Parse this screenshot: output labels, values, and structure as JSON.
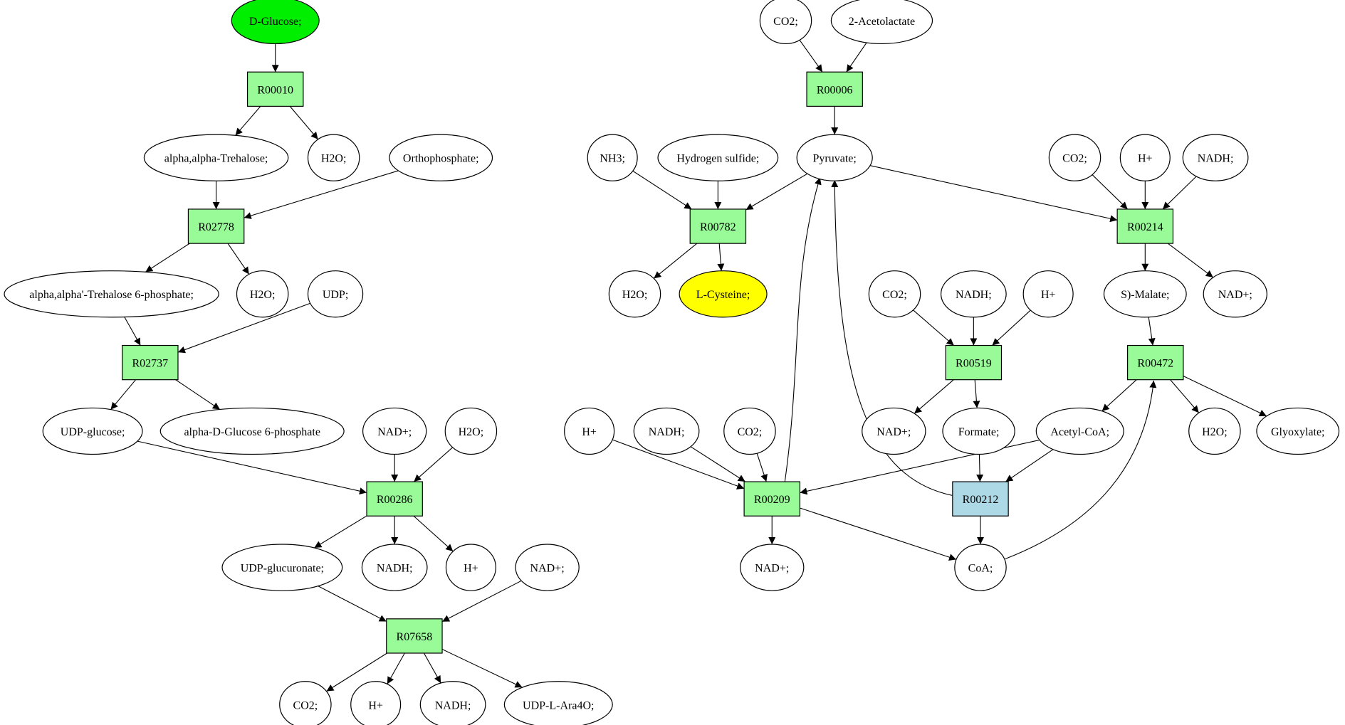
{
  "colors": {
    "reaction_fill": "#98fb98",
    "reaction_highlight_fill": "#add8e6",
    "start_compound_fill": "#00ee00",
    "target_compound_fill": "#ffff00",
    "compound_fill": "#ffffff"
  },
  "nodes": {
    "dglucose": {
      "label": "D-Glucose;",
      "kind": "compound",
      "style": "start"
    },
    "R00010": {
      "label": "R00010",
      "kind": "reaction"
    },
    "trehalose": {
      "label": "alpha,alpha-Trehalose;",
      "kind": "compound"
    },
    "h2o_a": {
      "label": "H2O;",
      "kind": "compound"
    },
    "orthophosphate": {
      "label": "Orthophosphate;",
      "kind": "compound"
    },
    "R02778": {
      "label": "R02778",
      "kind": "reaction"
    },
    "trehalose6p": {
      "label": "alpha,alpha'-Trehalose 6-phosphate;",
      "kind": "compound"
    },
    "h2o_b": {
      "label": "H2O;",
      "kind": "compound"
    },
    "udp": {
      "label": "UDP;",
      "kind": "compound"
    },
    "R02737": {
      "label": "R02737",
      "kind": "reaction"
    },
    "udpglucose": {
      "label": "UDP-glucose;",
      "kind": "compound"
    },
    "adglc6p": {
      "label": "alpha-D-Glucose 6-phosphate",
      "kind": "compound"
    },
    "nadp_a": {
      "label": "NAD+;",
      "kind": "compound"
    },
    "h2o_c": {
      "label": "H2O;",
      "kind": "compound"
    },
    "R00286": {
      "label": "R00286",
      "kind": "reaction"
    },
    "udpglucuronate": {
      "label": "UDP-glucuronate;",
      "kind": "compound"
    },
    "nadh_a": {
      "label": "NADH;",
      "kind": "compound"
    },
    "hplus_a": {
      "label": "H+",
      "kind": "compound"
    },
    "nadp_b": {
      "label": "NAD+;",
      "kind": "compound"
    },
    "R07658": {
      "label": "R07658",
      "kind": "reaction"
    },
    "co2_a": {
      "label": "CO2;",
      "kind": "compound"
    },
    "hplus_b": {
      "label": "H+",
      "kind": "compound"
    },
    "nadh_b": {
      "label": "NADH;",
      "kind": "compound"
    },
    "udplara4o": {
      "label": "UDP-L-Ara4O;",
      "kind": "compound"
    },
    "co2_b": {
      "label": "CO2;",
      "kind": "compound"
    },
    "acetolactate": {
      "label": "2-Acetolactate",
      "kind": "compound"
    },
    "R00006": {
      "label": "R00006",
      "kind": "reaction"
    },
    "nh3": {
      "label": "NH3;",
      "kind": "compound"
    },
    "h2s": {
      "label": "Hydrogen sulfide;",
      "kind": "compound"
    },
    "pyruvate": {
      "label": "Pyruvate;",
      "kind": "compound"
    },
    "R00782": {
      "label": "R00782",
      "kind": "reaction"
    },
    "h2o_d": {
      "label": "H2O;",
      "kind": "compound"
    },
    "lcysteine": {
      "label": "L-Cysteine;",
      "kind": "compound",
      "style": "target"
    },
    "co2_c": {
      "label": "CO2;",
      "kind": "compound"
    },
    "hplus_c": {
      "label": "H+",
      "kind": "compound"
    },
    "nadh_c": {
      "label": "NADH;",
      "kind": "compound"
    },
    "R00214": {
      "label": "R00214",
      "kind": "reaction"
    },
    "smalate": {
      "label": "S)-Malate;",
      "kind": "compound"
    },
    "nadp_c": {
      "label": "NAD+;",
      "kind": "compound"
    },
    "co2_d": {
      "label": "CO2;",
      "kind": "compound"
    },
    "nadh_d": {
      "label": "NADH;",
      "kind": "compound"
    },
    "hplus_d": {
      "label": "H+",
      "kind": "compound"
    },
    "R00519": {
      "label": "R00519",
      "kind": "reaction"
    },
    "R00472": {
      "label": "R00472",
      "kind": "reaction"
    },
    "nadp_d": {
      "label": "NAD+;",
      "kind": "compound"
    },
    "formate": {
      "label": "Formate;",
      "kind": "compound"
    },
    "acetylcoa": {
      "label": "Acetyl-CoA;",
      "kind": "compound"
    },
    "h2o_e": {
      "label": "H2O;",
      "kind": "compound"
    },
    "glyoxylate": {
      "label": "Glyoxylate;",
      "kind": "compound"
    },
    "hplus_e": {
      "label": "H+",
      "kind": "compound"
    },
    "nadh_e": {
      "label": "NADH;",
      "kind": "compound"
    },
    "co2_e": {
      "label": "CO2;",
      "kind": "compound"
    },
    "R00209": {
      "label": "R00209",
      "kind": "reaction"
    },
    "R00212": {
      "label": "R00212",
      "kind": "reaction",
      "style": "highlight"
    },
    "nadp_e": {
      "label": "NAD+;",
      "kind": "compound"
    },
    "coa": {
      "label": "CoA;",
      "kind": "compound"
    }
  },
  "edges": [
    [
      "dglucose",
      "R00010"
    ],
    [
      "R00010",
      "trehalose"
    ],
    [
      "R00010",
      "h2o_a"
    ],
    [
      "trehalose",
      "R02778"
    ],
    [
      "orthophosphate",
      "R02778"
    ],
    [
      "R02778",
      "trehalose6p"
    ],
    [
      "R02778",
      "h2o_b"
    ],
    [
      "trehalose6p",
      "R02737"
    ],
    [
      "udp",
      "R02737"
    ],
    [
      "R02737",
      "udpglucose"
    ],
    [
      "R02737",
      "adglc6p"
    ],
    [
      "udpglucose",
      "R00286"
    ],
    [
      "nadp_a",
      "R00286"
    ],
    [
      "h2o_c",
      "R00286"
    ],
    [
      "R00286",
      "udpglucuronate"
    ],
    [
      "R00286",
      "nadh_a"
    ],
    [
      "R00286",
      "hplus_a"
    ],
    [
      "udpglucuronate",
      "R07658"
    ],
    [
      "nadp_b",
      "R07658"
    ],
    [
      "R07658",
      "co2_a"
    ],
    [
      "R07658",
      "hplus_b"
    ],
    [
      "R07658",
      "nadh_b"
    ],
    [
      "R07658",
      "udplara4o"
    ],
    [
      "co2_b",
      "R00006"
    ],
    [
      "acetolactate",
      "R00006"
    ],
    [
      "R00006",
      "pyruvate"
    ],
    [
      "nh3",
      "R00782"
    ],
    [
      "h2s",
      "R00782"
    ],
    [
      "pyruvate",
      "R00782"
    ],
    [
      "R00782",
      "h2o_d"
    ],
    [
      "R00782",
      "lcysteine"
    ],
    [
      "pyruvate",
      "R00214"
    ],
    [
      "co2_c",
      "R00214"
    ],
    [
      "hplus_c",
      "R00214"
    ],
    [
      "nadh_c",
      "R00214"
    ],
    [
      "R00214",
      "smalate"
    ],
    [
      "R00214",
      "nadp_c"
    ],
    [
      "co2_d",
      "R00519"
    ],
    [
      "nadh_d",
      "R00519"
    ],
    [
      "hplus_d",
      "R00519"
    ],
    [
      "R00519",
      "nadp_d"
    ],
    [
      "R00519",
      "formate"
    ],
    [
      "smalate",
      "R00472"
    ],
    [
      "R00472",
      "acetylcoa"
    ],
    [
      "R00472",
      "h2o_e"
    ],
    [
      "R00472",
      "glyoxylate"
    ],
    [
      "hplus_e",
      "R00209"
    ],
    [
      "nadh_e",
      "R00209"
    ],
    [
      "co2_e",
      "R00209"
    ],
    [
      "acetylcoa",
      "R00209"
    ],
    [
      "R00209",
      "pyruvate"
    ],
    [
      "R00209",
      "nadp_e"
    ],
    [
      "R00209",
      "coa"
    ],
    [
      "formate",
      "R00212"
    ],
    [
      "acetylcoa",
      "R00212"
    ],
    [
      "R00212",
      "pyruvate"
    ],
    [
      "R00212",
      "coa"
    ],
    [
      "coa",
      "R00472"
    ]
  ]
}
